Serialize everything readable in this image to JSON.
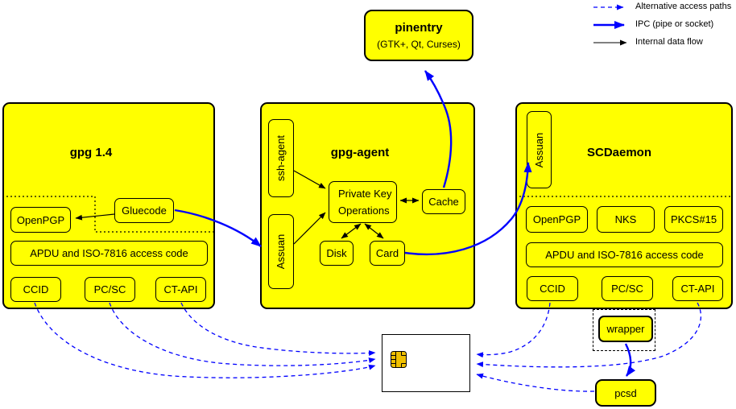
{
  "colors": {
    "node_fill": "#ffff00",
    "border": "#000000",
    "ipc_blue": "#0000ff",
    "card_fill": "#ffffff",
    "chip_gold": "#f0c000"
  },
  "legend": {
    "items": [
      {
        "label": "Alternative access paths",
        "style": "dashed-blue-arrow"
      },
      {
        "label": "IPC (pipe or socket)",
        "style": "solid-blue-arrow"
      },
      {
        "label": "Internal data flow",
        "style": "solid-black-arrow"
      }
    ]
  },
  "nodes": {
    "pinentry": {
      "title": "pinentry",
      "subtitle": "(GTK+, Qt, Curses)"
    },
    "gpg14": {
      "title": "gpg 1.4",
      "openpgp": "OpenPGP",
      "gluecode": "Gluecode",
      "apdu": "APDU and ISO-7816 access code",
      "ccid": "CCID",
      "pcsc": "PC/SC",
      "ctapi": "CT-API"
    },
    "gpg_agent": {
      "title": "gpg-agent",
      "ssh_agent": "ssh-agent",
      "assuan": "Assuan",
      "pko_line1": "Private Key",
      "pko_line2": "Operations",
      "cache": "Cache",
      "disk": "Disk",
      "card": "Card"
    },
    "scdaemon": {
      "title": "SCDaemon",
      "assuan": "Assuan",
      "openpgp": "OpenPGP",
      "nks": "NKS",
      "pkcs15": "PKCS#15",
      "apdu": "APDU and ISO-7816 access code",
      "ccid": "CCID",
      "pcsc": "PC/SC",
      "ctapi": "CT-API"
    },
    "wrapper": {
      "label": "wrapper"
    },
    "pcsd": {
      "label": "pcsd"
    },
    "smartcard": {
      "icon": "smartcard-chip-icon"
    }
  }
}
